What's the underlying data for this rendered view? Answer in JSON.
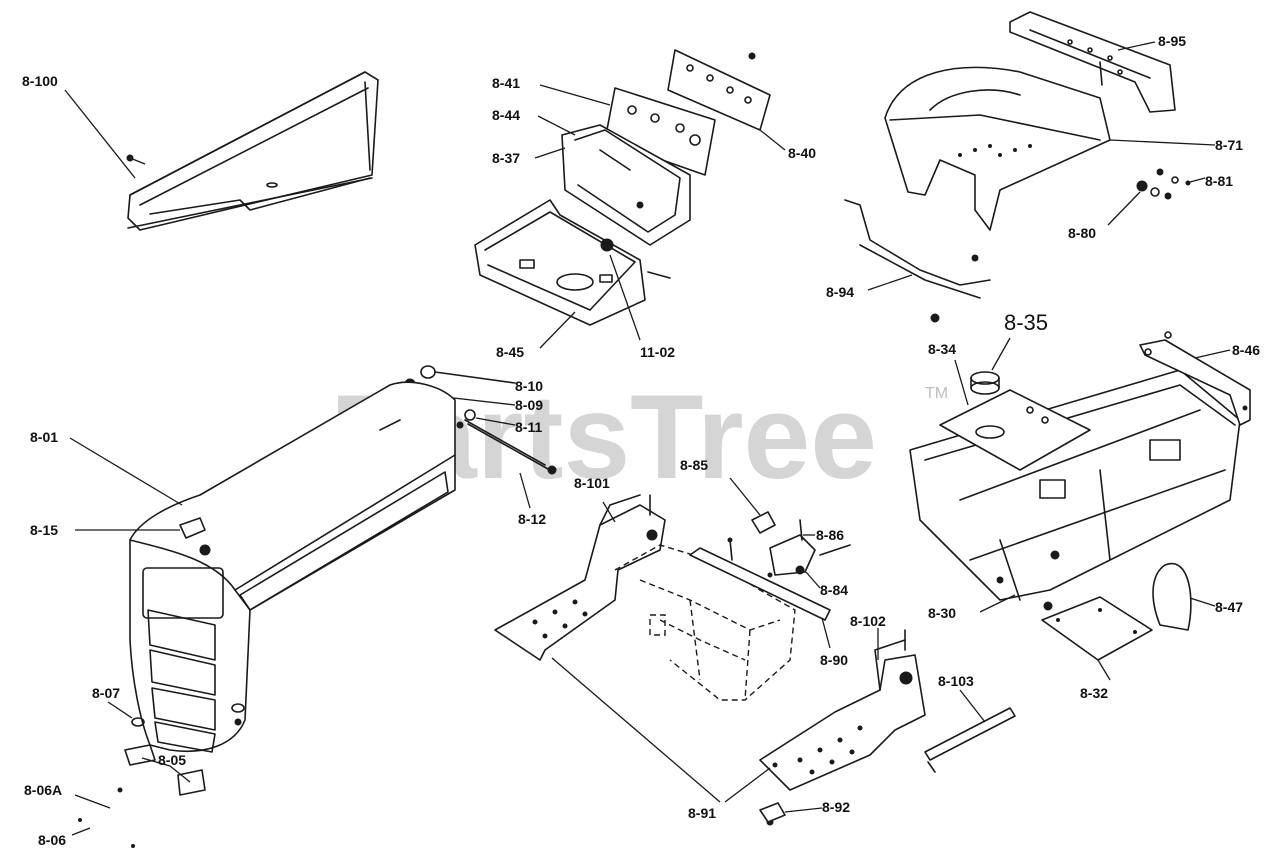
{
  "watermark": {
    "text": "PartsTree",
    "tm": "TM"
  },
  "callouts": {
    "c8_100": "8-100",
    "c8_41": "8-41",
    "c8_44": "8-44",
    "c8_37": "8-37",
    "c8_40": "8-40",
    "c8_45": "8-45",
    "c11_02": "11-02",
    "c8_95": "8-95",
    "c8_71": "8-71",
    "c8_81": "8-81",
    "c8_80": "8-80",
    "c8_94": "8-94",
    "c8_35": "8-35",
    "c8_34": "8-34",
    "c8_46": "8-46",
    "c8_10": "8-10",
    "c8_09": "8-09",
    "c8_11": "8-11",
    "c8_12": "8-12",
    "c8_01": "8-01",
    "c8_15": "8-15",
    "c8_101": "8-101",
    "c8_85": "8-85",
    "c8_86": "8-86",
    "c8_84": "8-84",
    "c8_90": "8-90",
    "c8_102": "8-102",
    "c8_103": "8-103",
    "c8_30": "8-30",
    "c8_47": "8-47",
    "c8_32": "8-32",
    "c8_07": "8-07",
    "c8_05": "8-05",
    "c8_06A": "8-06A",
    "c8_06": "8-06",
    "c8_91": "8-91",
    "c8_92": "8-92"
  }
}
